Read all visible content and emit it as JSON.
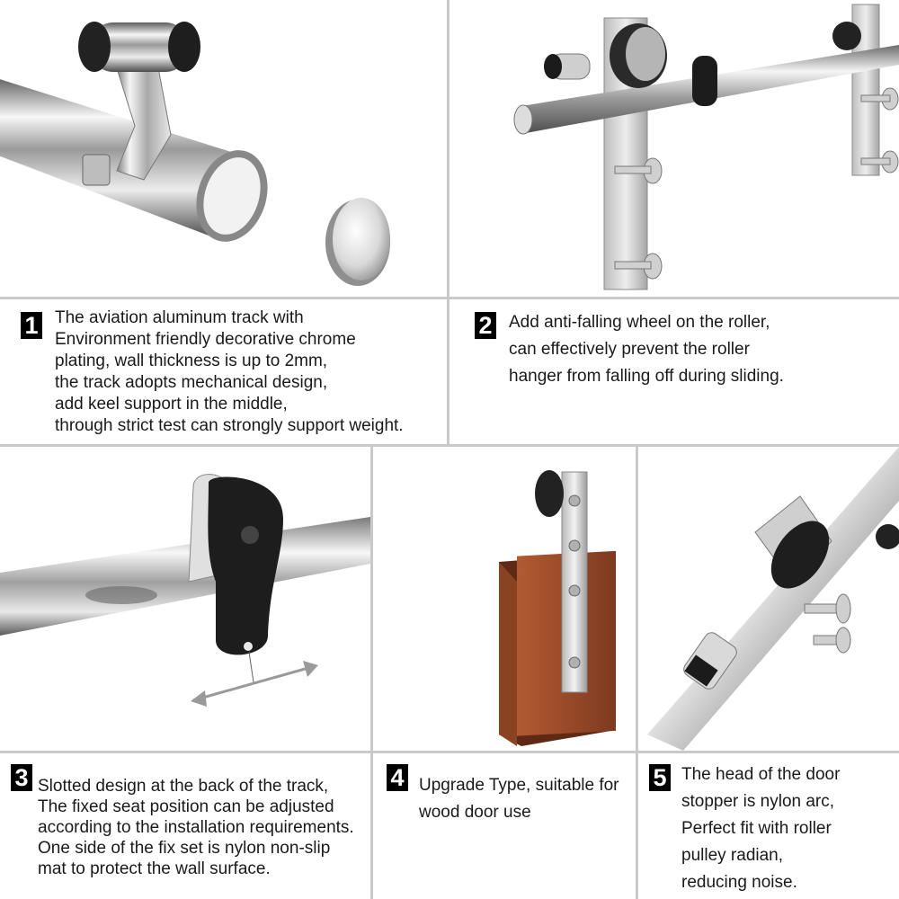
{
  "features": [
    {
      "number": "1",
      "lines": [
        "The aviation aluminum track with",
        "Environment friendly decorative chrome",
        "plating, wall thickness is up to 2mm,",
        "the track adopts mechanical design,",
        "add keel support in the middle,",
        "through strict test can strongly support weight."
      ]
    },
    {
      "number": "2",
      "lines": [
        "Add anti-falling wheel on the roller,",
        "can effectively prevent the roller",
        "hanger from falling off during sliding."
      ]
    },
    {
      "number": "3",
      "lines": [
        "Slotted design at the back of the track,",
        "The fixed seat position can be adjusted",
        "according to the installation requirements.",
        "One side of the fix set is nylon non-slip",
        "mat to protect the wall surface."
      ]
    },
    {
      "number": "4",
      "lines": [
        "Upgrade Type, suitable for",
        "wood door use"
      ]
    },
    {
      "number": "5",
      "lines": [
        "The head of the door",
        "stopper is nylon arc,",
        "Perfect fit with roller",
        "pulley radian,",
        "reducing noise."
      ]
    }
  ],
  "colors": {
    "chrome_light": "#f4f4f4",
    "chrome_dark": "#6e6e6e",
    "nylon_black": "#1c1c1c",
    "wood": "#9b4a2a",
    "grid": "#c9c9c9"
  }
}
